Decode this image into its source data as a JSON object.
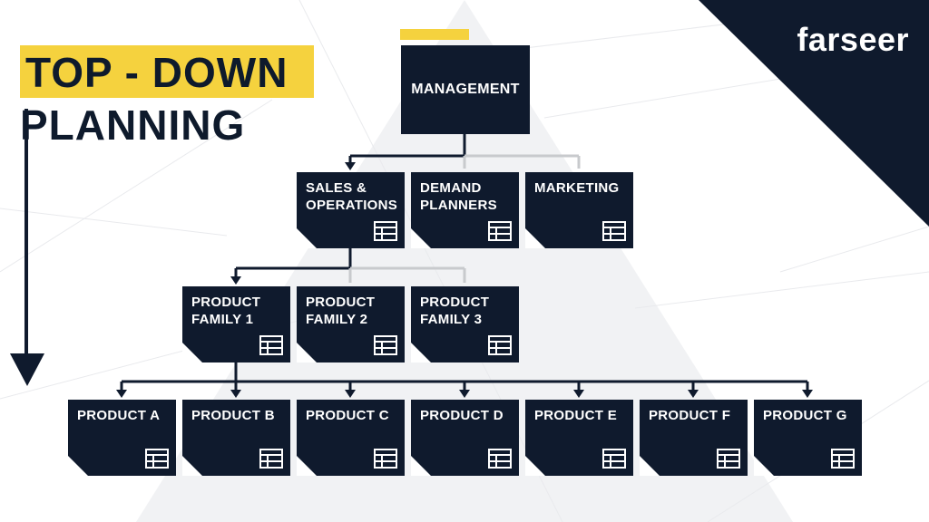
{
  "title": {
    "line1": "TOP - DOWN",
    "line2": "PLANNING"
  },
  "brand": "farseer",
  "colors": {
    "navy": "#0f1a2d",
    "yellow": "#f5d23e",
    "grey_line": "#c8cacd",
    "background": "#ffffff"
  },
  "diagram": {
    "root": "MANAGEMENT",
    "departments": [
      "SALES &\nOPERATIONS",
      "DEMAND\nPLANNERS",
      "MARKETING"
    ],
    "families": [
      "PRODUCT\nFAMILY 1",
      "PRODUCT\nFAMILY 2",
      "PRODUCT\nFAMILY 3"
    ],
    "products": [
      "PRODUCT A",
      "PRODUCT B",
      "PRODUCT C",
      "PRODUCT D",
      "PRODUCT E",
      "PRODUCT F",
      "PRODUCT G"
    ]
  }
}
